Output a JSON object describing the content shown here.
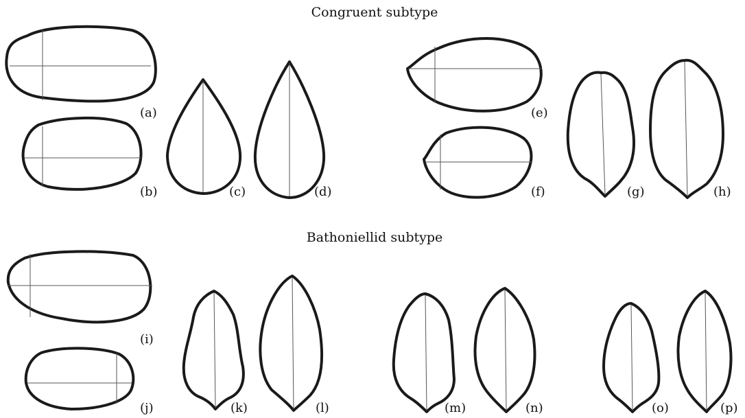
{
  "headings": {
    "congruent": "Congruent subtype",
    "bathoniellid": "Bathoniellid subtype"
  },
  "labels": {
    "a": "(a)",
    "b": "(b)",
    "c": "(c)",
    "d": "(d)",
    "e": "(e)",
    "f": "(f)",
    "g": "(g)",
    "h": "(h)",
    "i": "(i)",
    "j": "(j)",
    "k": "(k)",
    "l": "(l)",
    "m": "(m)",
    "n": "(n)",
    "o": "(o)",
    "p": "(p)"
  }
}
